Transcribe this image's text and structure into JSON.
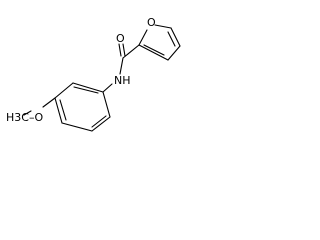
{
  "molecule": {
    "atoms": {
      "furan_oxygen": "O",
      "carbonyl_oxygen": "O",
      "amide_nitrogen": "NH",
      "methoxy_group": "H3C–O"
    }
  }
}
